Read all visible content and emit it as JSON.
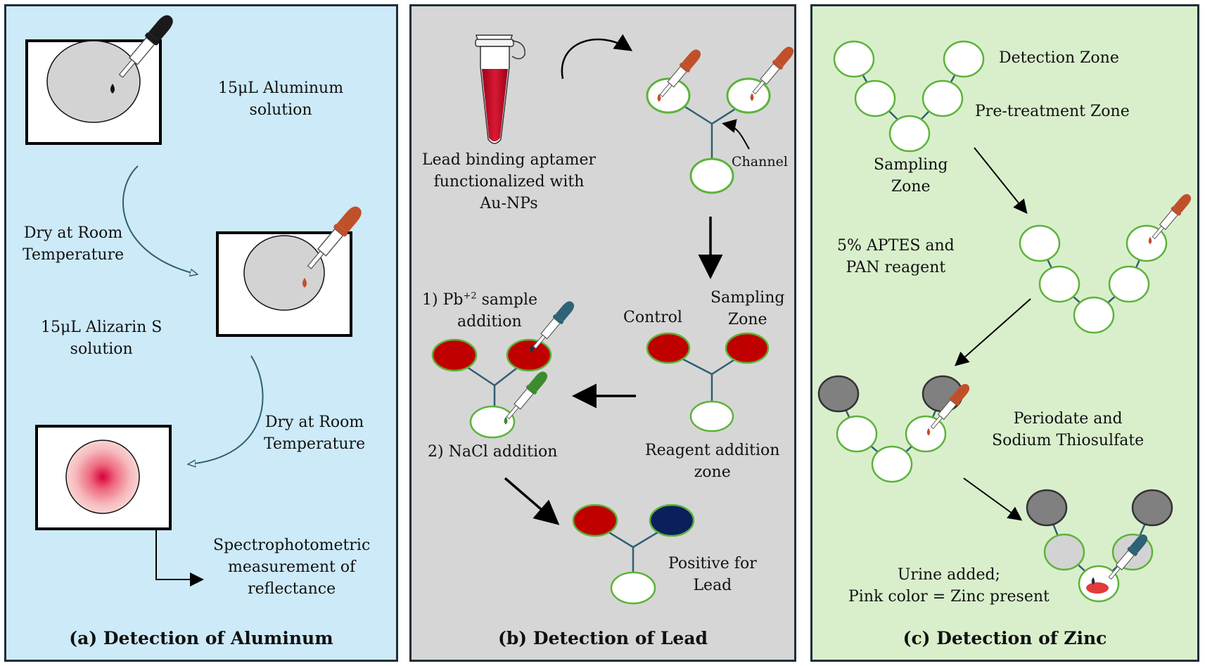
{
  "panels": {
    "a": {
      "title": "(a) Detection of Aluminum",
      "step1_line1": "15μL Aluminum",
      "step1_line2": "solution",
      "dry1_line1": "Dry at Room",
      "dry1_line2": "Temperature",
      "step2_line1": "15μL Alizarin S",
      "step2_line2": "solution",
      "dry2_line1": "Dry at Room",
      "dry2_line2": "Temperature",
      "measure_line1": "Spectrophotometric",
      "measure_line2": "measurement of",
      "measure_line3": "reflectance"
    },
    "b": {
      "title": "(b) Detection of Lead",
      "aptamer_line1": "Lead binding aptamer",
      "aptamer_line2": "functionalized with",
      "aptamer_line3": "Au-NPs",
      "channel": "Channel",
      "control": "Control",
      "sampling_line1": "Sampling",
      "sampling_line2": "Zone",
      "reagent_line1": "Reagent addition",
      "reagent_line2": "zone",
      "pb_prefix": "1) Pb",
      "pb_sup": "+2",
      "pb_suffix": " sample",
      "pb_line2": "addition",
      "nacl": "2) NaCl addition",
      "positive_line1": "Positive for",
      "positive_line2": "Lead"
    },
    "c": {
      "title": "(c) Detection of Zinc",
      "detection_zone": "Detection Zone",
      "pretreatment_zone": "Pre-treatment Zone",
      "sampling_line1": "Sampling",
      "sampling_line2": "Zone",
      "aptes_line1": "5% APTES and",
      "aptes_line2": "PAN reagent",
      "periodate_line1": "Periodate and",
      "periodate_line2": "Sodium Thiosulfate",
      "urine_line1": "Urine added;",
      "urine_line2": "Pink color = Zinc present"
    }
  },
  "colors": {
    "panel_a_bg": "#cdeaf8",
    "panel_b_bg": "#d6d6d6",
    "panel_c_bg": "#d9efcc",
    "zone_border": "#5cb33a",
    "channel": "#2f5f73",
    "red_zone": "#c00000",
    "blue_zone": "#0a1f5c",
    "gray_zone": "#808080",
    "dropper_orange": "#c0502a",
    "dropper_teal": "#2d6277",
    "dropper_green": "#3d8a2f"
  },
  "icons": [
    "dropper-icon",
    "microtube-icon",
    "arrow-icon"
  ]
}
